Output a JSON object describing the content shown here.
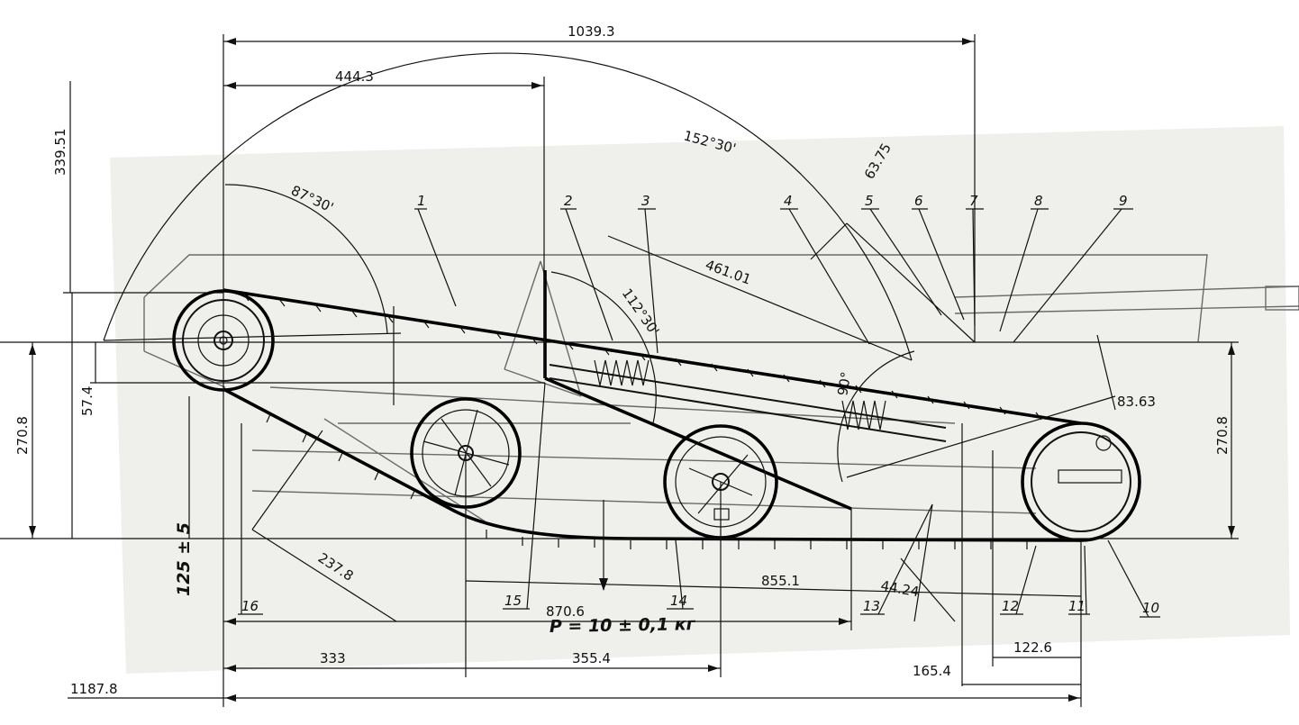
{
  "dimensions": {
    "overall_width": "1039.3",
    "top_span": "444.3",
    "total_length": "1187.8",
    "left_height": "339.51",
    "height_left": "270.8",
    "height_right": "270.8",
    "offset_small": "57.4",
    "clearance": "125 ± 5",
    "track_segment": "237.8",
    "base_span": "870.6",
    "wheel_span_long": "855.1",
    "wheel_span_left": "333",
    "wheel_span_mid": "355.4",
    "diagonal": "461.01",
    "upper_offset": "63.75",
    "right_offset": "83.63",
    "right_span_a": "122.6",
    "right_span_b": "165.4",
    "lower_offset": "44.24"
  },
  "angles": {
    "arc_large": "152°30'",
    "arc_left": "87°30'",
    "arc_mid": "112°30'",
    "arc_right": "90°"
  },
  "load_label": "P = 10 ± 0,1 кг",
  "callouts": [
    "1",
    "2",
    "3",
    "4",
    "5",
    "6",
    "7",
    "8",
    "9",
    "10",
    "11",
    "12",
    "13",
    "14",
    "15",
    "16"
  ]
}
